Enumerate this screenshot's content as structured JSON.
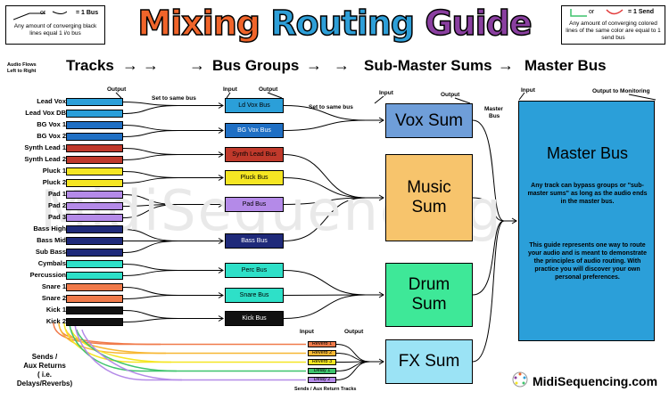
{
  "legend_left": {
    "equals": "= 1 Bus",
    "or": "or",
    "note": "Any amount of converging black lines equal 1 i/o bus"
  },
  "legend_right": {
    "or": "or",
    "equals": "= 1 Send",
    "note": "Any amount of converging colored lines of the same color are equal to 1 send bus"
  },
  "title": {
    "part1": "Mixing",
    "part2": "Routing",
    "part3": "Guide"
  },
  "flow": {
    "note_line1": "Audio Flows",
    "note_line2": "Left to Right",
    "tracks": "Tracks",
    "bus_groups": "Bus Groups",
    "sub_master": "Sub-Master Sums",
    "master": "Master Bus"
  },
  "labels": {
    "output_tracks": "Output",
    "set_same_bus_1": "Set to same bus",
    "input_bus": "Input",
    "output_bus": "Output",
    "set_same_bus_2": "Set to same bus",
    "input_sum": "Input",
    "output_sum": "Output",
    "master_bus_small_1": "Master",
    "master_bus_small_2": "Bus",
    "input_master": "Input",
    "output_monitoring": "Output to Monitoring",
    "input_returns": "Input",
    "output_returns": "Output",
    "sends_tracks": "Sends /  Aux Return Tracks",
    "sends_line1": "Sends /",
    "sends_line2": "Aux Returns",
    "sends_line3": "( i.e. Delays/Reverbs)"
  },
  "tracks": [
    {
      "label": "Lead Vox",
      "color": "#2b9fd9"
    },
    {
      "label": "Lead Vox DB",
      "color": "#2b9fd9"
    },
    {
      "label": "BG Vox 1",
      "color": "#1f6fc4"
    },
    {
      "label": "BG Vox 2",
      "color": "#1f6fc4"
    },
    {
      "label": "Synth Lead 1",
      "color": "#c0392b"
    },
    {
      "label": "Synth Lead 2",
      "color": "#c0392b"
    },
    {
      "label": "Pluck 1",
      "color": "#f5e623"
    },
    {
      "label": "Pluck 2",
      "color": "#f5e623"
    },
    {
      "label": "Pad 1",
      "color": "#b48ae8"
    },
    {
      "label": "Pad 2",
      "color": "#b48ae8"
    },
    {
      "label": "Pad 3",
      "color": "#b48ae8"
    },
    {
      "label": "Bass High",
      "color": "#1f2a7a"
    },
    {
      "label": "Bass Mid",
      "color": "#1f2a7a"
    },
    {
      "label": "Sub Bass",
      "color": "#1f2a7a"
    },
    {
      "label": "Cymbals",
      "color": "#2ee0c8"
    },
    {
      "label": "Percussion",
      "color": "#2ee0c8"
    },
    {
      "label": "Snare 1",
      "color": "#f07a4a"
    },
    {
      "label": "Snare 2",
      "color": "#f07a4a"
    },
    {
      "label": "Kick 1",
      "color": "#111111"
    },
    {
      "label": "Kick 2",
      "color": "#111111"
    }
  ],
  "buses": [
    {
      "label": "Ld Vox Bus",
      "color": "#2b9fd9",
      "text": "#000"
    },
    {
      "label": "BG Vox Bus",
      "color": "#1f6fc4",
      "text": "#fff"
    },
    {
      "label": "Synth Lead Bus",
      "color": "#c0392b",
      "text": "#000"
    },
    {
      "label": "Pluck Bus",
      "color": "#f5e623",
      "text": "#000"
    },
    {
      "label": "Pad Bus",
      "color": "#b48ae8",
      "text": "#000"
    },
    {
      "label": "Bass Bus",
      "color": "#1f2a7a",
      "text": "#fff"
    },
    {
      "label": "Perc Bus",
      "color": "#2ee0c8",
      "text": "#000"
    },
    {
      "label": "Snare Bus",
      "color": "#2ee0c8",
      "text": "#000"
    },
    {
      "label": "Kick Bus",
      "color": "#111111",
      "text": "#fff"
    }
  ],
  "sums": [
    {
      "line1": "Vox Sum",
      "line2": "",
      "color": "#6f9ed9"
    },
    {
      "line1": "Music",
      "line2": "Sum",
      "color": "#f7c46c"
    },
    {
      "line1": "Drum",
      "line2": "Sum",
      "color": "#3ee898"
    },
    {
      "line1": "FX Sum",
      "line2": "",
      "color": "#9be3f5"
    }
  ],
  "returns": [
    {
      "label": "Reverb 1",
      "color": "#f07a4a"
    },
    {
      "label": "Reverb 2",
      "color": "#f7b733"
    },
    {
      "label": "Reverb 3",
      "color": "#f5e623"
    },
    {
      "label": "Delay 1",
      "color": "#3ec46d"
    },
    {
      "label": "Delay 2",
      "color": "#b48ae8"
    }
  ],
  "master": {
    "title": "Master Bus",
    "para1": "Any track can bypass groups or \"sub-master sums\" as long as the audio ends in the master bus.",
    "para2": "This guide represents one way to route your audio and is meant to demonstrate the principles of audio routing. With practice you will discover your own personal preferences.",
    "color": "#2b9fd9"
  },
  "watermark": "MidiSequencing",
  "logo": "MidiSequencing.com"
}
